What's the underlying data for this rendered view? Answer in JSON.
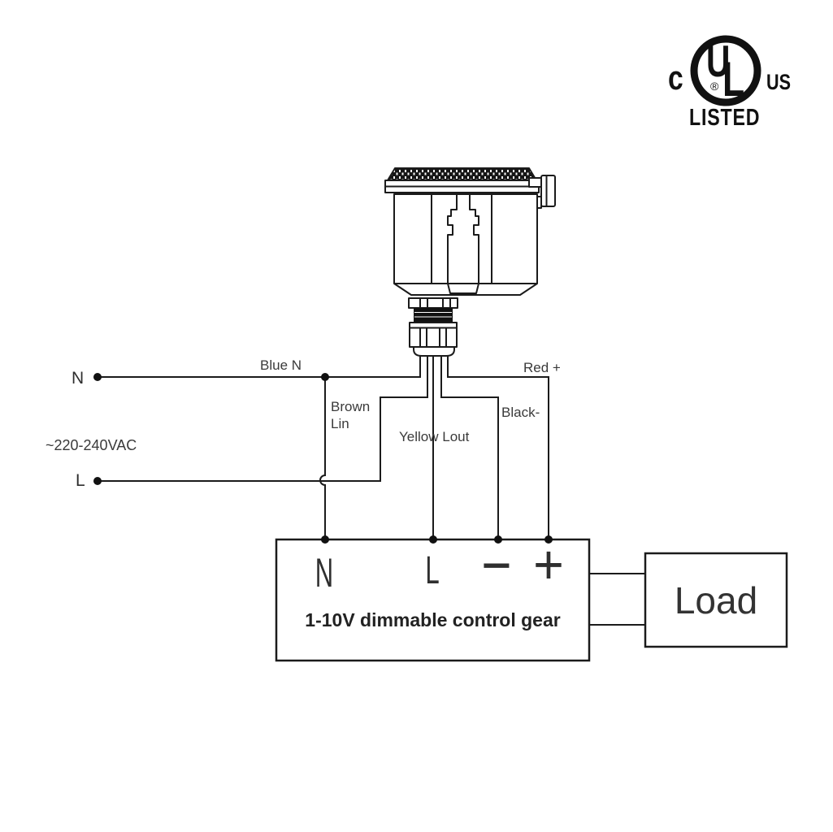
{
  "certification_mark": {
    "c": "c",
    "u": "U",
    "l": "L",
    "registered": "®",
    "us": "US",
    "listed": "LISTED"
  },
  "mains": {
    "neutral": "N",
    "live": "L",
    "voltage": "~220-240VAC"
  },
  "wires": {
    "blue": "Blue N",
    "brown_line1": "Brown",
    "brown_line2": "Lin",
    "yellow": "Yellow Lout",
    "red": "Red +",
    "black": "Black-"
  },
  "control_gear": {
    "terminal_n": "N",
    "terminal_l": "L",
    "terminal_minus": "−",
    "terminal_plus": "+",
    "caption": "1-10V dimmable control gear"
  },
  "load": {
    "label": "Load"
  },
  "colors": {
    "line": "#1b1b1b",
    "label_text": "#3a3a3a",
    "background": "#ffffff"
  }
}
